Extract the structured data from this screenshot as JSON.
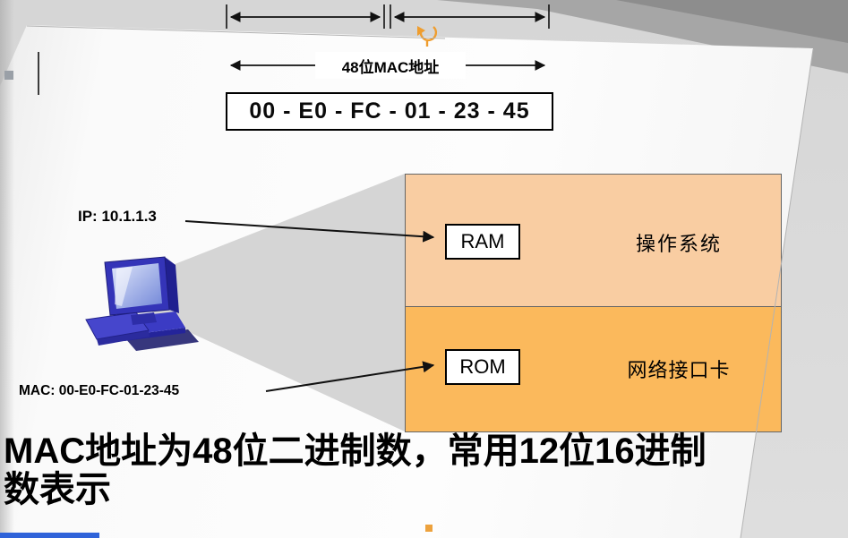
{
  "top_diagram": {
    "bit_label": "48位MAC地址",
    "mac_value": "00 - E0 - FC - 01 - 23 - 45"
  },
  "host": {
    "ip_label": "IP: 10.1.1.3",
    "mac_label": "MAC: 00-E0-FC-01-23-45"
  },
  "memory": {
    "ram": {
      "chip": "RAM",
      "desc": "操作系统"
    },
    "rom": {
      "chip": "ROM",
      "desc": "网络接口卡"
    }
  },
  "caption": {
    "line1": "MAC地址为48位二进制数，常用12位16进制",
    "line2": "数表示"
  },
  "icons": {
    "rotate": "rotate-arrow",
    "computer": "desktop-computer"
  },
  "colors": {
    "ram_fill": "#F9CDA2",
    "rom_fill": "#FBB95C",
    "beam_gray": "#D5D5D5",
    "accent_orange": "#EDA23D",
    "bottom_bar_blue": "#2F63D9",
    "computer_blue": "#3434B8"
  }
}
